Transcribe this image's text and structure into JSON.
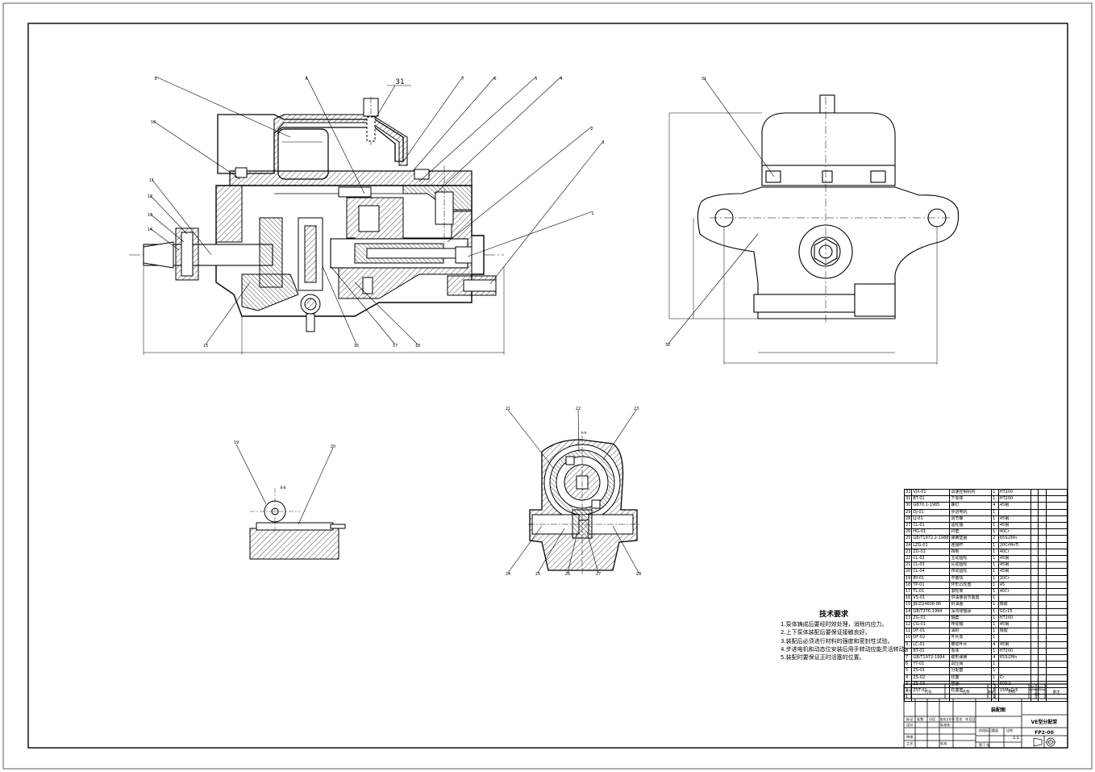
{
  "callouts": {
    "main_view": [
      "9",
      "8",
      "7",
      "6",
      "5",
      "4",
      "2",
      "3",
      "1",
      "10",
      "11",
      "12",
      "13",
      "14",
      "15",
      "16",
      "17",
      "18"
    ],
    "top_label": "31",
    "side_view": [
      "31",
      "32"
    ],
    "detail_small": [
      "19",
      "20"
    ],
    "section_view": [
      "21",
      "22",
      "23",
      "24",
      "25",
      "26",
      "27",
      "28"
    ],
    "section_marks": {
      "b_b": "B-B",
      "a_a": "A-A"
    }
  },
  "tech": {
    "title": "技术要求",
    "items": [
      "1.泵体铸成后要经时效处理，消除内应力。",
      "2.上下泵体装配后要保证接触良好。",
      "3.装配后必须进行材料的强度和密封性试验。",
      "4.步进电机和动态位安装后用手转动应能灵活转动。",
      "5.装配时要保证正时活塞的位置。"
    ]
  },
  "bom": {
    "rows": [
      [
        "32",
        "VJX-01",
        "调速控制机构",
        "1",
        "HT200"
      ],
      [
        "31",
        "BT-01",
        "下泵体",
        "1",
        "HT200"
      ],
      [
        "30",
        "GB70.1-1985",
        "螺钉",
        "4",
        "45钢"
      ],
      [
        "29",
        "DJ-01",
        "步进电机",
        "1",
        ""
      ],
      [
        "28",
        "LJ-01",
        "调节螺",
        "1",
        "45钢"
      ],
      [
        "27",
        "CL-01",
        "齿轮轴",
        "1",
        "45钢"
      ],
      [
        "26",
        "HG-01",
        "衬套",
        "1",
        "40Cr"
      ],
      [
        "25",
        "GB/T1972.2-1988",
        "弹簧垫圈",
        "2",
        "65Si2Mn"
      ],
      [
        "24",
        "LZG-01",
        "连接杆",
        "1",
        "20CrMnTi"
      ],
      [
        "23",
        "ZD-01",
        "挡板",
        "1",
        "40Cr"
      ],
      [
        "22",
        "CL-02",
        "主动齿轮",
        "1",
        "45钢"
      ],
      [
        "21",
        "CL-03",
        "从动齿轮",
        "1",
        "45钢"
      ],
      [
        "20",
        "CL-04",
        "传动齿轮",
        "1",
        "45钢"
      ],
      [
        "19",
        "BY-01",
        "平衡块",
        "1",
        "20Cr"
      ],
      [
        "18",
        "TP-01",
        "环形凸轮盘",
        "1",
        "45"
      ],
      [
        "17",
        "TL-01",
        "滚轮架",
        "1",
        "40Cr"
      ],
      [
        "16",
        "VS-01",
        "供油量调节装置",
        "1",
        ""
      ],
      [
        "15",
        "JB/ZQ4606-86",
        "封油圈",
        "1",
        "橡胶"
      ],
      [
        "14",
        "GB/T276-1994",
        "深沟球轴承",
        "1",
        "GCr15"
      ],
      [
        "13",
        "ZG-01",
        "轴套",
        "1",
        "HT200"
      ],
      [
        "12",
        "CG-01",
        "传动轴",
        "1",
        "45钢"
      ],
      [
        "11",
        "DF-01",
        "油封",
        "1",
        "橡胶"
      ],
      [
        "10",
        "DF-02",
        "叶片泵",
        "1",
        ""
      ],
      [
        "9",
        "LC-01",
        "推动叶片",
        "4",
        "45钢"
      ],
      [
        "8",
        "BT-01",
        "泵体",
        "1",
        "HT200"
      ],
      [
        "7",
        "GB/T1972-1994",
        "碟形弹簧",
        "4",
        "65Si2Mn"
      ],
      [
        "6",
        "YT-01",
        "调压阀",
        "1",
        ""
      ],
      [
        "5",
        "ZS-01",
        "分配套",
        "1",
        ""
      ],
      [
        "4",
        "ZS-02",
        "柱塞",
        "1",
        "Cr"
      ],
      [
        "3",
        "ZS-03",
        "垫圈",
        "1",
        "60Si2"
      ],
      [
        "2",
        "ZST-01",
        "柱塞套",
        "1",
        "15MnCr5"
      ],
      [
        "1",
        "",
        "",
        "1",
        ""
      ]
    ],
    "header": [
      "序号",
      "代号",
      "名称",
      "数量",
      "材料",
      "单件",
      "总计",
      "备注"
    ],
    "weight_label": "重量"
  },
  "title_block": {
    "drawing_name": "装配图",
    "product_name": "VE型分配泵",
    "drawing_no": "FP2-00",
    "scale": "1:1",
    "sheet": "第 1 张",
    "rows": [
      "标记",
      "处数",
      "分区",
      "更改文件号",
      "签名",
      "年月日",
      "设计",
      "标准化",
      "审核",
      "工艺",
      "批准"
    ],
    "stage_labels": [
      "阶段标记",
      "重量",
      "比例"
    ]
  }
}
